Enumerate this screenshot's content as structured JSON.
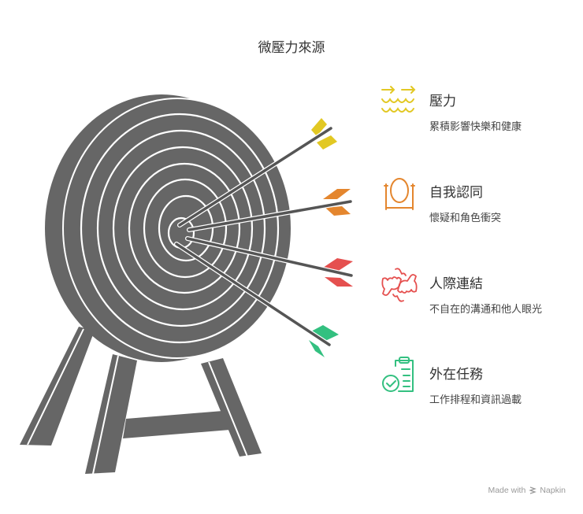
{
  "title": "微壓力來源",
  "colors": {
    "target": "#666666",
    "arrow_shaft": "#555555",
    "yellow": "#e2c823",
    "orange": "#e4862e",
    "red": "#e5504f",
    "green": "#33c080",
    "text": "#333333"
  },
  "items": [
    {
      "heading": "壓力",
      "desc": "累積影響快樂和健康",
      "icon": "arrows-waves-icon",
      "color": "#e2c823"
    },
    {
      "heading": "自我認同",
      "desc": "懷疑和角色衝突",
      "icon": "mirror-icon",
      "color": "#e4862e"
    },
    {
      "heading": "人際連結",
      "desc": "不自在的溝通和他人眼光",
      "icon": "hands-icon",
      "color": "#e5504f"
    },
    {
      "heading": "外在任務",
      "desc": "工作排程和資訊過載",
      "icon": "clipboard-check-icon",
      "color": "#33c080"
    }
  ],
  "footer": {
    "made_with": "Made with",
    "brand": "Napkin"
  }
}
